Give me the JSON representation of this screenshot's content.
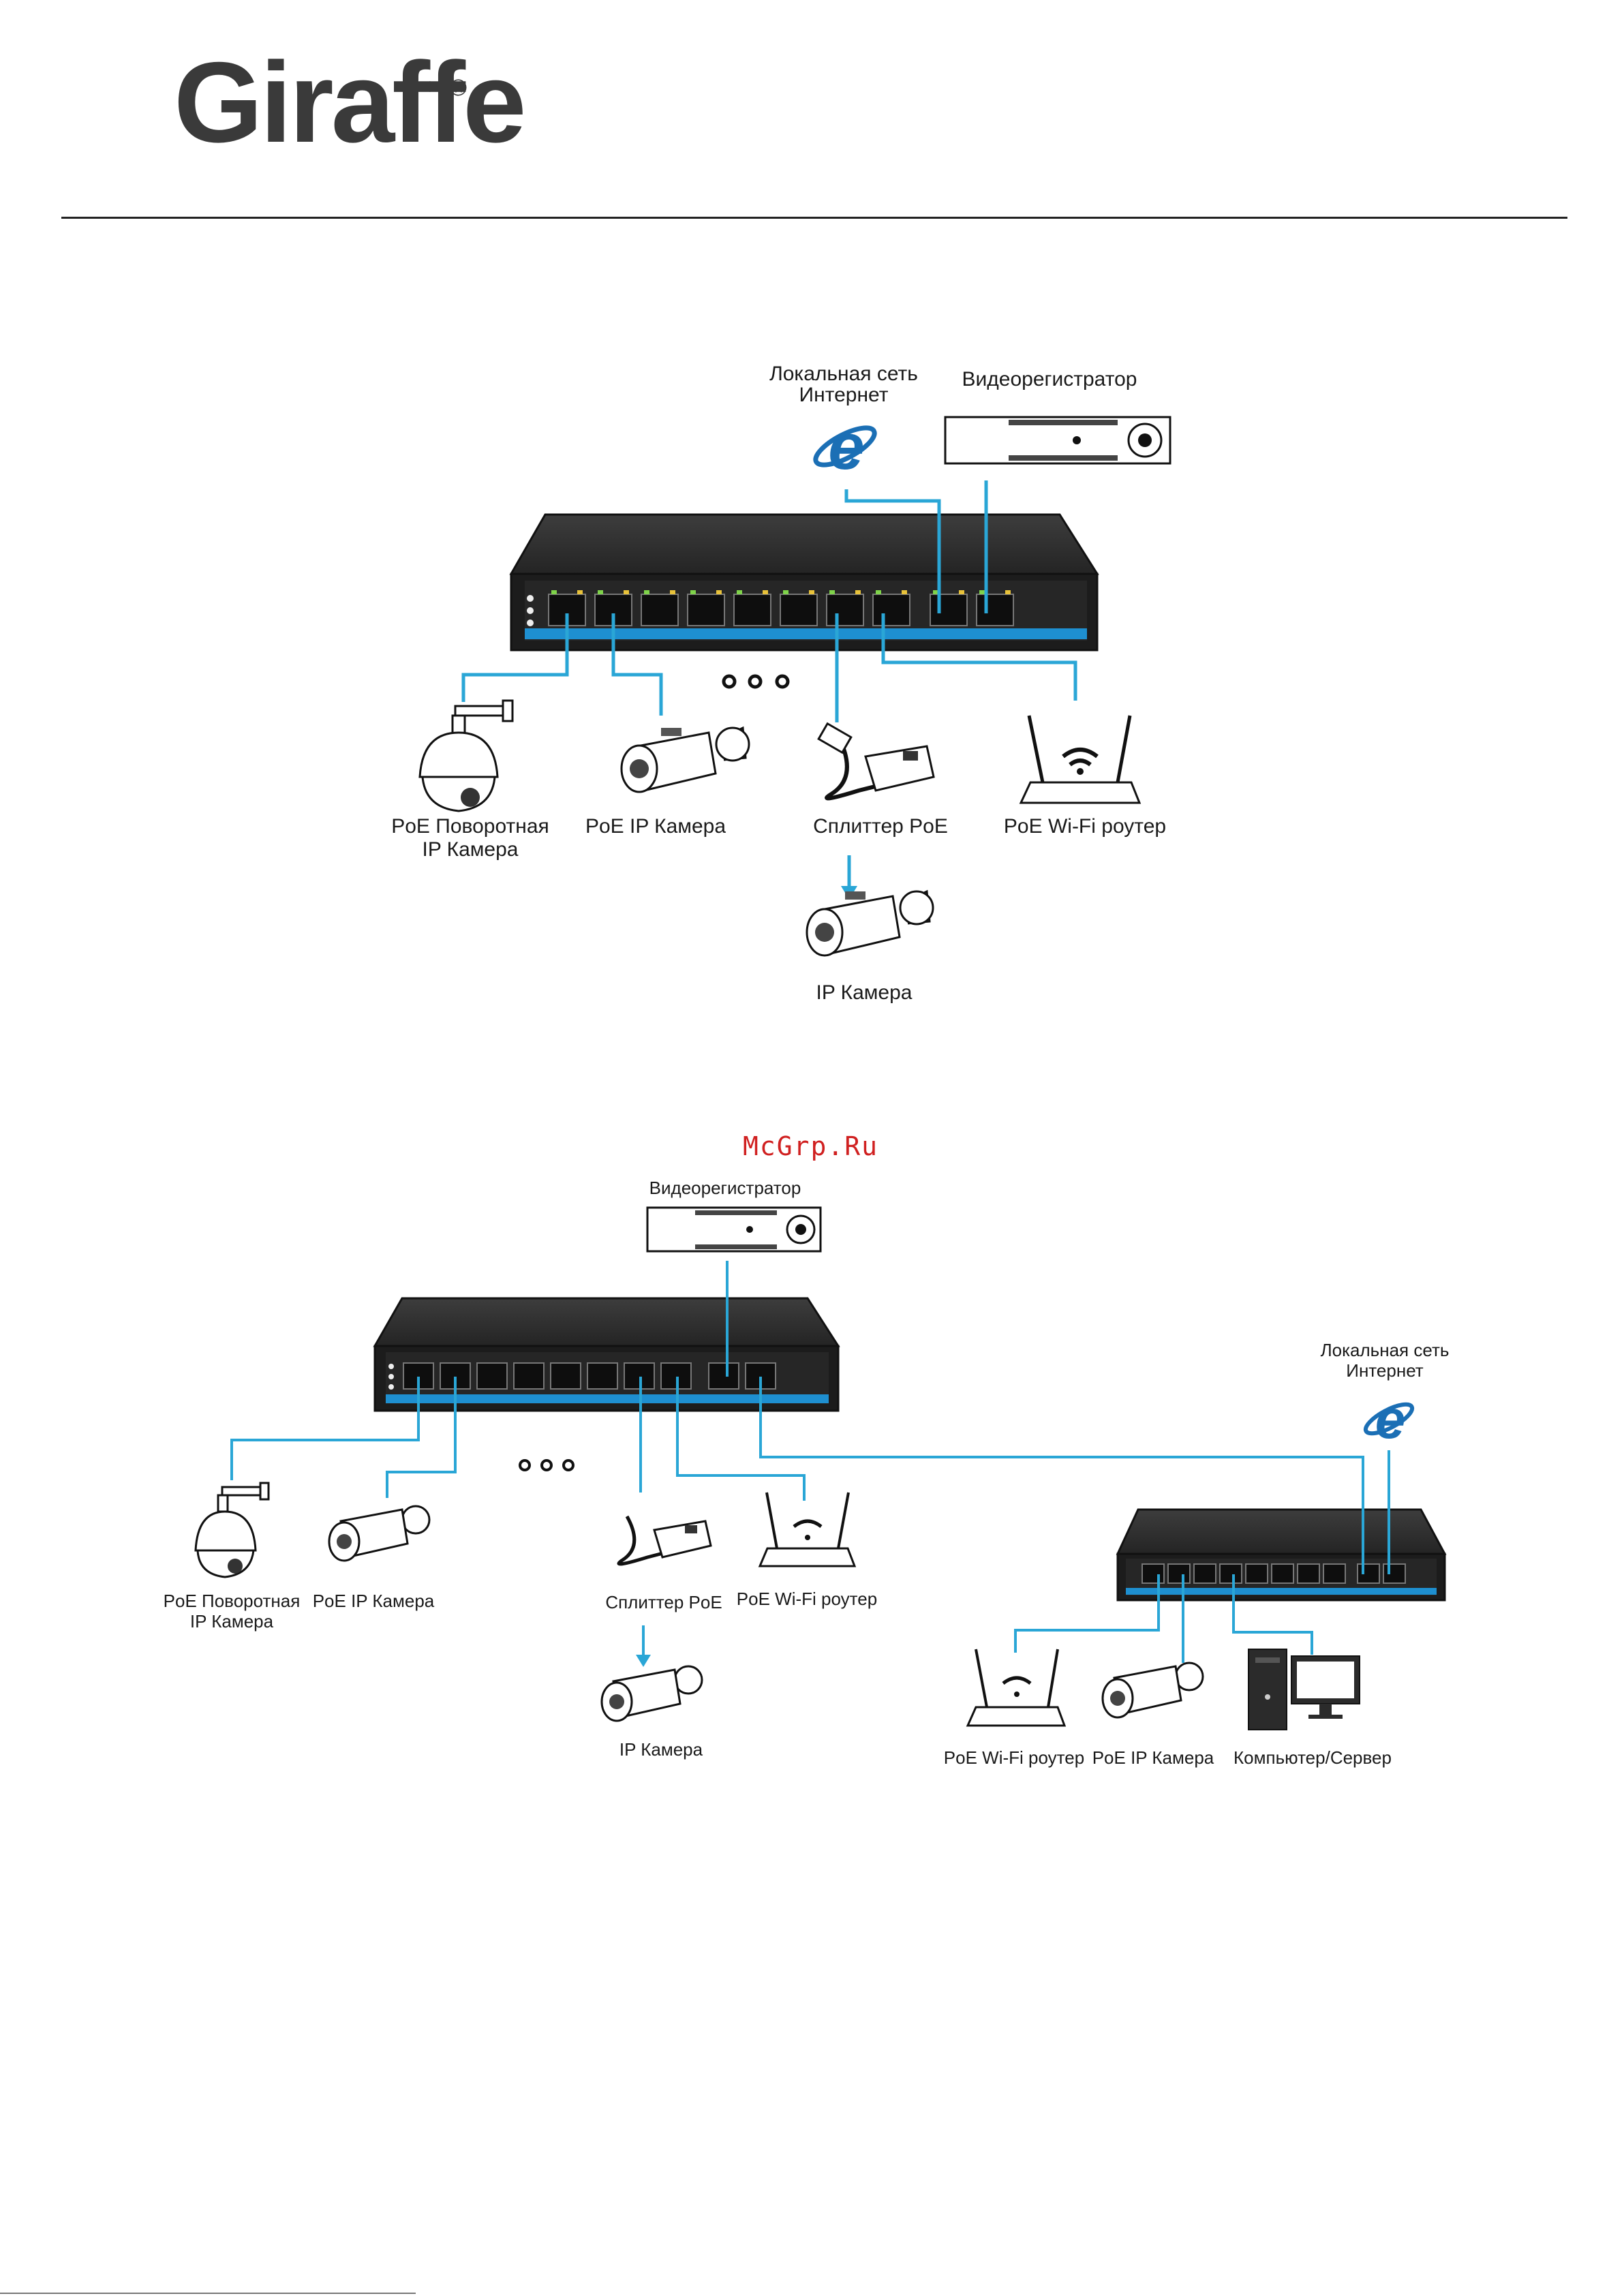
{
  "brand": {
    "logo_text": "Giraffe",
    "registered": "®",
    "colors": {
      "text": "#3a3a3a",
      "accent": "#e35a1b"
    }
  },
  "watermark": "McGrp.Ru",
  "colors": {
    "cable": "#2aa6d6",
    "switch_body": "#2b2b2b",
    "switch_strip": "#1e8fd0"
  },
  "diagram1": {
    "labels": {
      "lan_internet_line1": "Локальная сеть",
      "lan_internet_line2": "Интернет",
      "nvr": "Видеорегистратор",
      "ptz_cam_line1": "PoE Поворотная",
      "ptz_cam_line2": "IP Камера",
      "poe_ip_cam": "PoE IP Камера",
      "splitter": "Сплиттер PoE",
      "wifi_router": "PoE Wi-Fi роутер",
      "ip_cam": "IP Камера"
    }
  },
  "diagram2": {
    "labels": {
      "nvr": "Видеорегистратор",
      "lan_internet_line1": "Локальная сеть",
      "lan_internet_line2": "Интернет",
      "ptz_cam_line1": "PoE Поворотная",
      "ptz_cam_line2": "IP Камера",
      "poe_ip_cam": "PoE IP Камера",
      "splitter": "Сплиттер PoE",
      "wifi_router": "PoE Wi-Fi роутер",
      "ip_cam": "IP Камера",
      "wifi_router_2": "PoE Wi-Fi роутер",
      "poe_ip_cam_2": "PoE IP Камера",
      "pc_server": "Компьютер/Сервер"
    }
  }
}
